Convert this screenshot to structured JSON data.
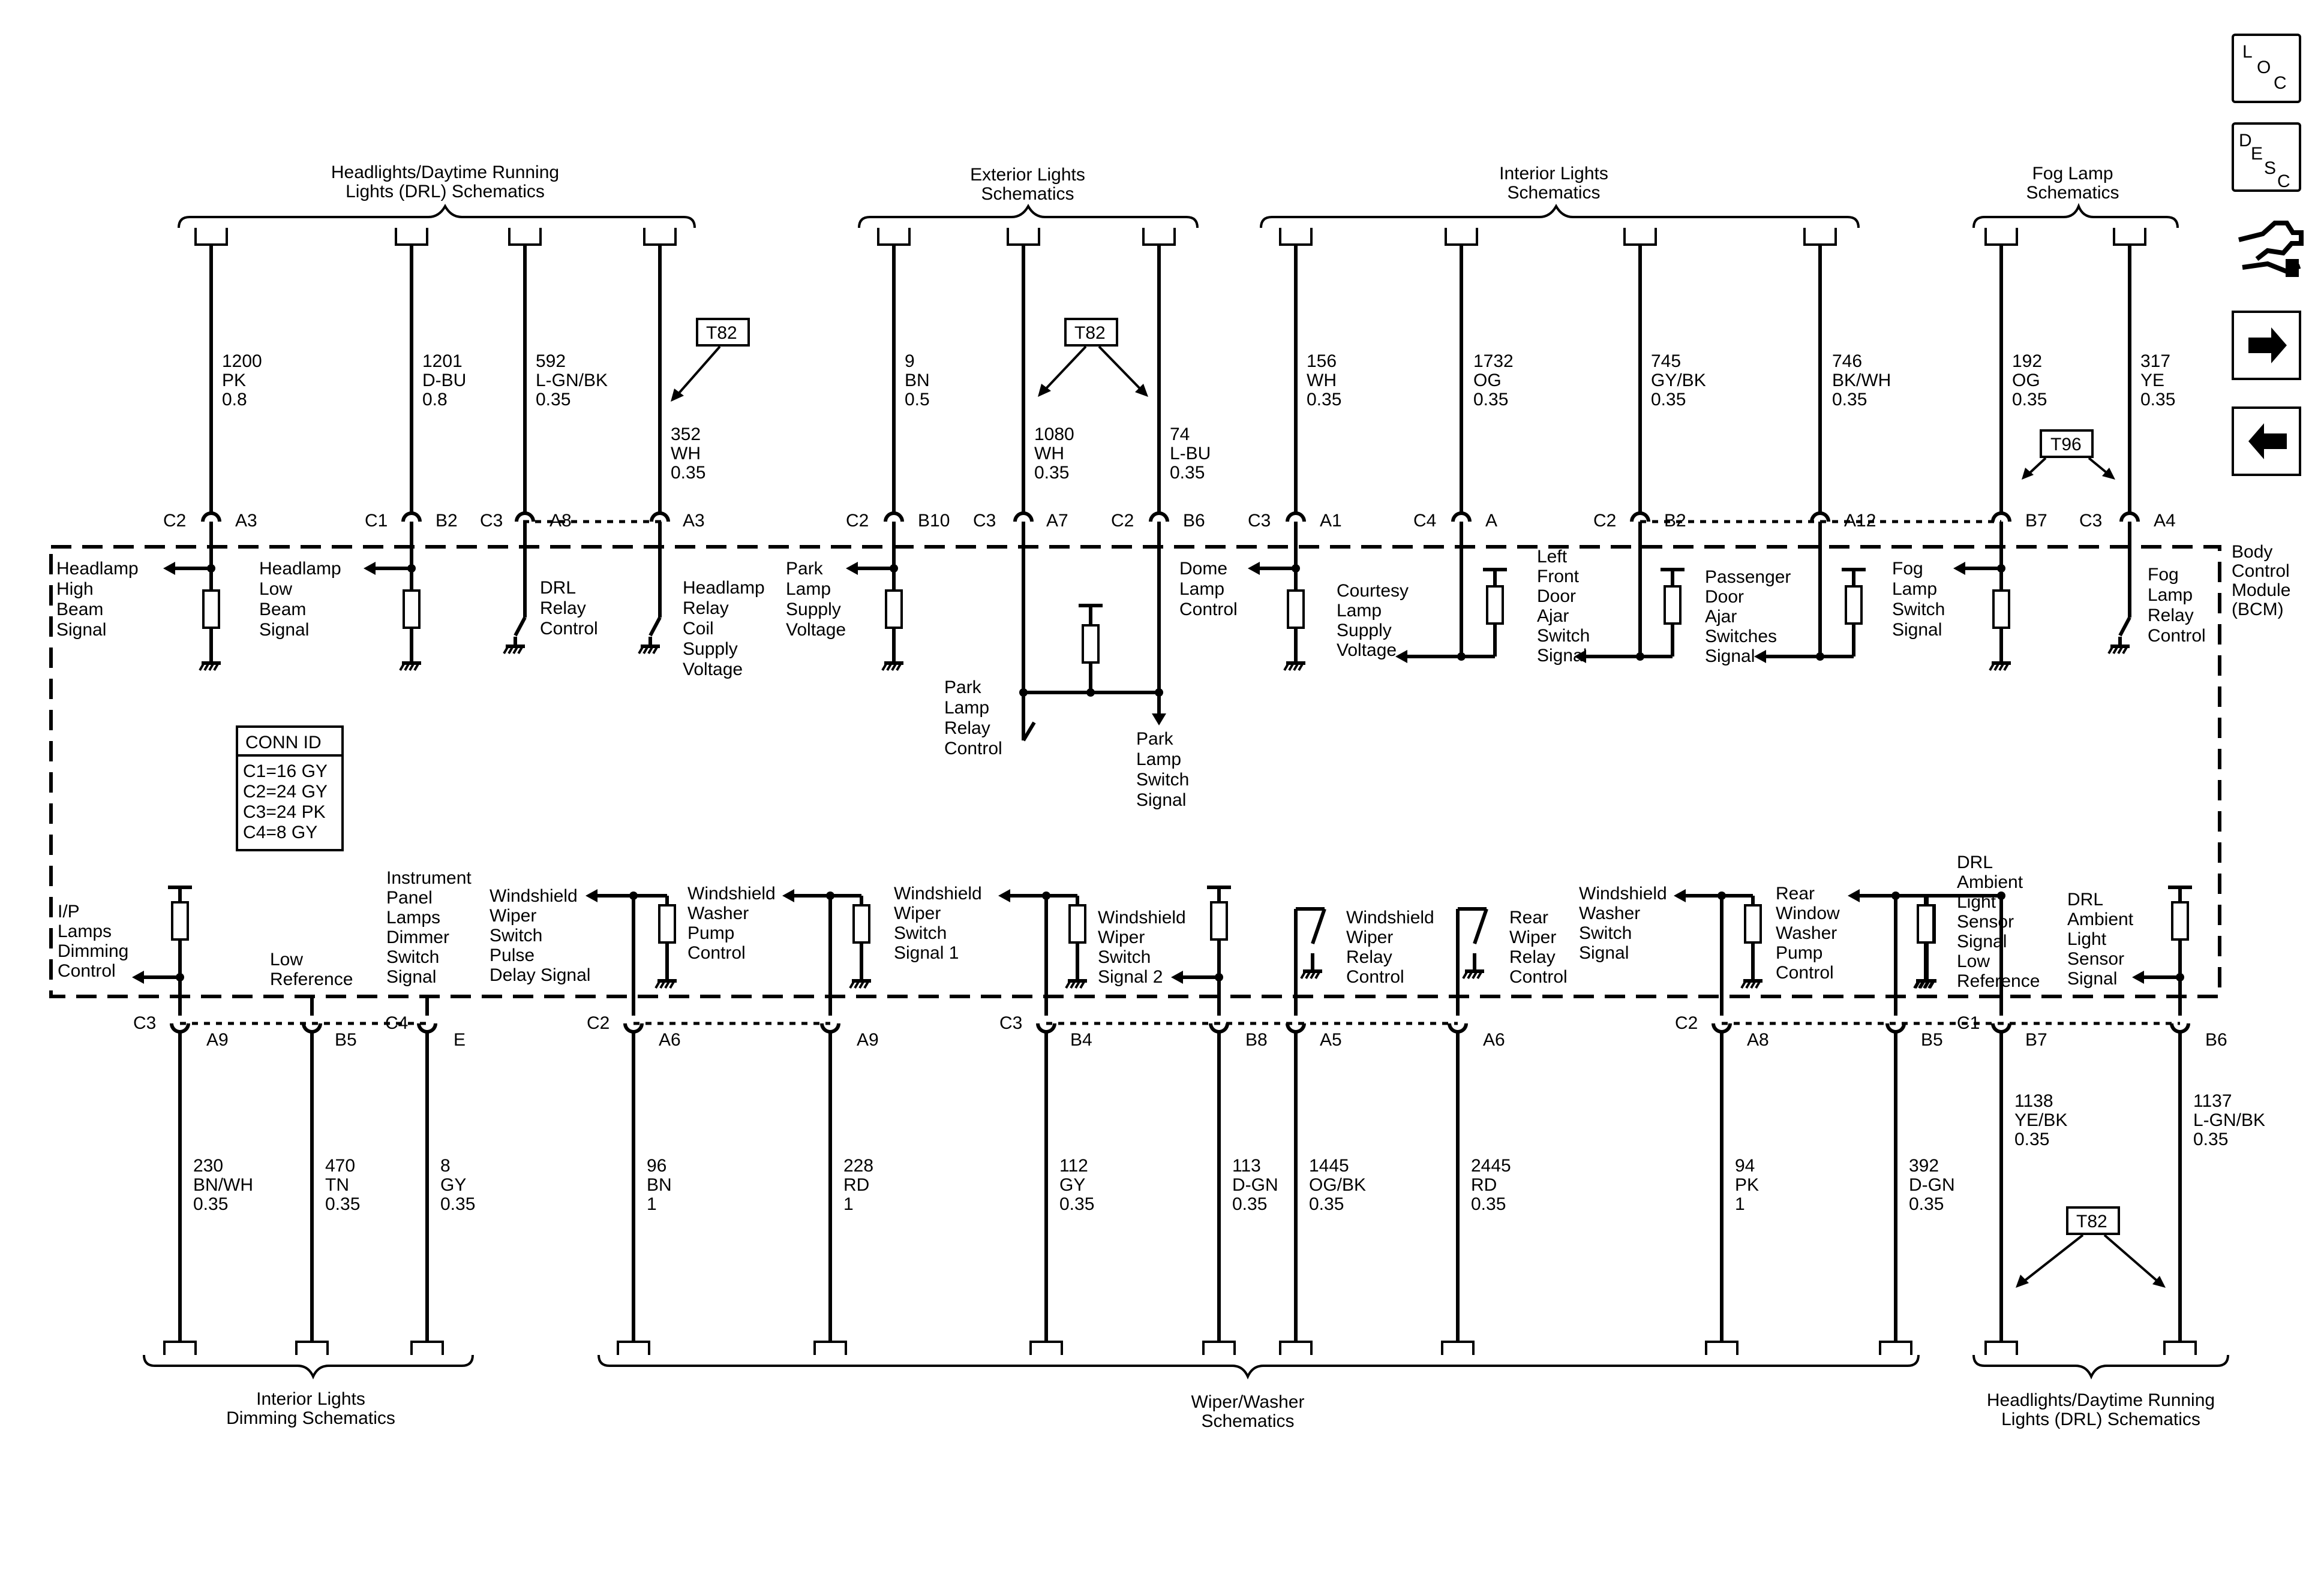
{
  "icons": {
    "loc": {
      "letters": [
        "L",
        "O",
        "C"
      ]
    },
    "desc": {
      "letters": [
        "D",
        "E",
        "S",
        "C"
      ]
    },
    "names": [
      "loc-icon",
      "desc-icon",
      "connector-tool-icon",
      "next-arrow-icon",
      "previous-arrow-icon"
    ]
  },
  "module": {
    "lines": [
      "Body",
      "Control",
      "Module",
      "(BCM)"
    ]
  },
  "conn_id": {
    "title": "CONN ID",
    "rows": [
      "C1=16 GY",
      "C2=24 GY",
      "C3=24 PK",
      "C4=8 GY"
    ]
  },
  "tag": {
    "t82": "T82",
    "t96": "T96"
  },
  "top_headers": [
    {
      "lines": [
        "Headlights/Daytime Running",
        "Lights (DRL) Schematics"
      ]
    },
    {
      "lines": [
        "Exterior Lights",
        "Schematics"
      ]
    },
    {
      "lines": [
        "Interior Lights",
        "Schematics"
      ]
    },
    {
      "lines": [
        "Fog Lamp",
        "Schematics"
      ]
    }
  ],
  "bottom_headers": [
    {
      "lines": [
        "Interior Lights",
        "Dimming Schematics"
      ]
    },
    {
      "lines": [
        "Wiper/Washer",
        "Schematics"
      ]
    },
    {
      "lines": [
        "Headlights/Daytime Running",
        "Lights (DRL) Schematics"
      ]
    }
  ],
  "top_wires": [
    {
      "circuit": [
        "1200",
        "PK",
        "0.8"
      ],
      "conn": "C2",
      "pin": "A3",
      "func": [
        "Headlamp",
        "High",
        "Beam",
        "Signal"
      ]
    },
    {
      "circuit": [
        "1201",
        "D-BU",
        "0.8"
      ],
      "conn": "C1",
      "pin": "B2",
      "func": [
        "Headlamp",
        "Low",
        "Beam",
        "Signal"
      ]
    },
    {
      "circuit": [
        "592",
        "L-GN/BK",
        "0.35"
      ],
      "conn": "C3",
      "pin": "A8",
      "func": [
        "DRL",
        "Relay",
        "Control"
      ]
    },
    {
      "circuit": [
        "352",
        "WH",
        "0.35"
      ],
      "conn": "",
      "pin": "A3",
      "func": [
        "Headlamp",
        "Relay",
        "Coil",
        "Supply",
        "Voltage"
      ]
    },
    {
      "circuit": [
        "9",
        "BN",
        "0.5"
      ],
      "conn": "C2",
      "pin": "B10",
      "func": [
        "Park",
        "Lamp",
        "Supply",
        "Voltage"
      ]
    },
    {
      "circuit": [
        "1080",
        "WH",
        "0.35"
      ],
      "conn": "C3",
      "pin": "A7",
      "func": [
        "Park",
        "Lamp",
        "Relay",
        "Control"
      ]
    },
    {
      "circuit": [
        "74",
        "L-BU",
        "0.35"
      ],
      "conn": "C2",
      "pin": "B6",
      "func": [
        "Park",
        "Lamp",
        "Switch",
        "Signal"
      ]
    },
    {
      "circuit": [
        "156",
        "WH",
        "0.35"
      ],
      "conn": "C3",
      "pin": "A1",
      "func": [
        "Dome",
        "Lamp",
        "Control"
      ]
    },
    {
      "circuit": [
        "1732",
        "OG",
        "0.35"
      ],
      "conn": "C4",
      "pin": "A",
      "func": [
        "Courtesy",
        "Lamp",
        "Supply",
        "Voltage"
      ]
    },
    {
      "circuit": [
        "745",
        "GY/BK",
        "0.35"
      ],
      "conn": "C2",
      "pin": "B2",
      "func": [
        "Left",
        "Front",
        "Door",
        "Ajar",
        "Switch",
        "Signal"
      ]
    },
    {
      "circuit": [
        "746",
        "BK/WH",
        "0.35"
      ],
      "conn": "",
      "pin": "A12",
      "func": [
        "Passenger",
        "Door",
        "Ajar",
        "Switches",
        "Signal"
      ]
    },
    {
      "circuit": [
        "192",
        "OG",
        "0.35"
      ],
      "conn": "",
      "pin": "B7",
      "func": [
        "Fog",
        "Lamp",
        "Switch",
        "Signal"
      ]
    },
    {
      "circuit": [
        "317",
        "YE",
        "0.35"
      ],
      "conn": "C3",
      "pin": "A4",
      "func": [
        "Fog",
        "Lamp",
        "Relay",
        "Control"
      ]
    }
  ],
  "bottom_wires": [
    {
      "circuit": [
        "230",
        "BN/WH",
        "0.35"
      ],
      "conn": "C3",
      "pin": "A9",
      "func": [
        "I/P",
        "Lamps",
        "Dimming",
        "Control"
      ]
    },
    {
      "circuit": [
        "470",
        "TN",
        "0.35"
      ],
      "conn": "",
      "pin": "B5",
      "func": [
        "Low",
        "Reference"
      ]
    },
    {
      "circuit": [
        "8",
        "GY",
        "0.35"
      ],
      "conn": "C4",
      "pin": "E",
      "func": [
        "Instrument",
        "Panel",
        "Lamps",
        "Dimmer",
        "Switch",
        "Signal"
      ]
    },
    {
      "circuit": [
        "96",
        "BN",
        "1"
      ],
      "conn": "C2",
      "pin": "A6",
      "func": [
        "Windshield",
        "Wiper",
        "Switch",
        "Pulse",
        "Delay Signal"
      ]
    },
    {
      "circuit": [
        "228",
        "RD",
        "1"
      ],
      "conn": "",
      "pin": "A9",
      "func": [
        "Windshield",
        "Washer",
        "Pump",
        "Control"
      ]
    },
    {
      "circuit": [
        "112",
        "GY",
        "0.35"
      ],
      "conn": "C3",
      "pin": "B4",
      "func": [
        "Windshield",
        "Wiper",
        "Switch",
        "Signal 1"
      ]
    },
    {
      "circuit": [
        "113",
        "D-GN",
        "0.35"
      ],
      "conn": "",
      "pin": "B8",
      "func": [
        "Windshield",
        "Wiper",
        "Switch",
        "Signal 2"
      ]
    },
    {
      "circuit": [
        "1445",
        "OG/BK",
        "0.35"
      ],
      "conn": "",
      "pin": "A5",
      "func": [
        "Windshield",
        "Wiper",
        "Relay",
        "Control"
      ]
    },
    {
      "circuit": [
        "2445",
        "RD",
        "0.35"
      ],
      "conn": "",
      "pin": "A6",
      "func": [
        "Rear",
        "Wiper",
        "Relay",
        "Control"
      ]
    },
    {
      "circuit": [
        "94",
        "PK",
        "1"
      ],
      "conn": "C2",
      "pin": "A8",
      "func": [
        "Windshield",
        "Washer",
        "Switch",
        "Signal"
      ]
    },
    {
      "circuit": [
        "392",
        "D-GN",
        "0.35"
      ],
      "conn": "",
      "pin": "B5",
      "func": [
        "Rear",
        "Window",
        "Washer",
        "Pump",
        "Control"
      ]
    },
    {
      "circuit": [
        "1138",
        "YE/BK",
        "0.35"
      ],
      "conn": "C1",
      "pin": "B7",
      "func": [
        "DRL",
        "Ambient",
        "Light",
        "Sensor",
        "Signal",
        "Low",
        "Reference"
      ]
    },
    {
      "circuit": [
        "1137",
        "L-GN/BK",
        "0.35"
      ],
      "conn": "",
      "pin": "B6",
      "func": [
        "DRL",
        "Ambient",
        "Light",
        "Sensor",
        "Signal"
      ]
    }
  ]
}
